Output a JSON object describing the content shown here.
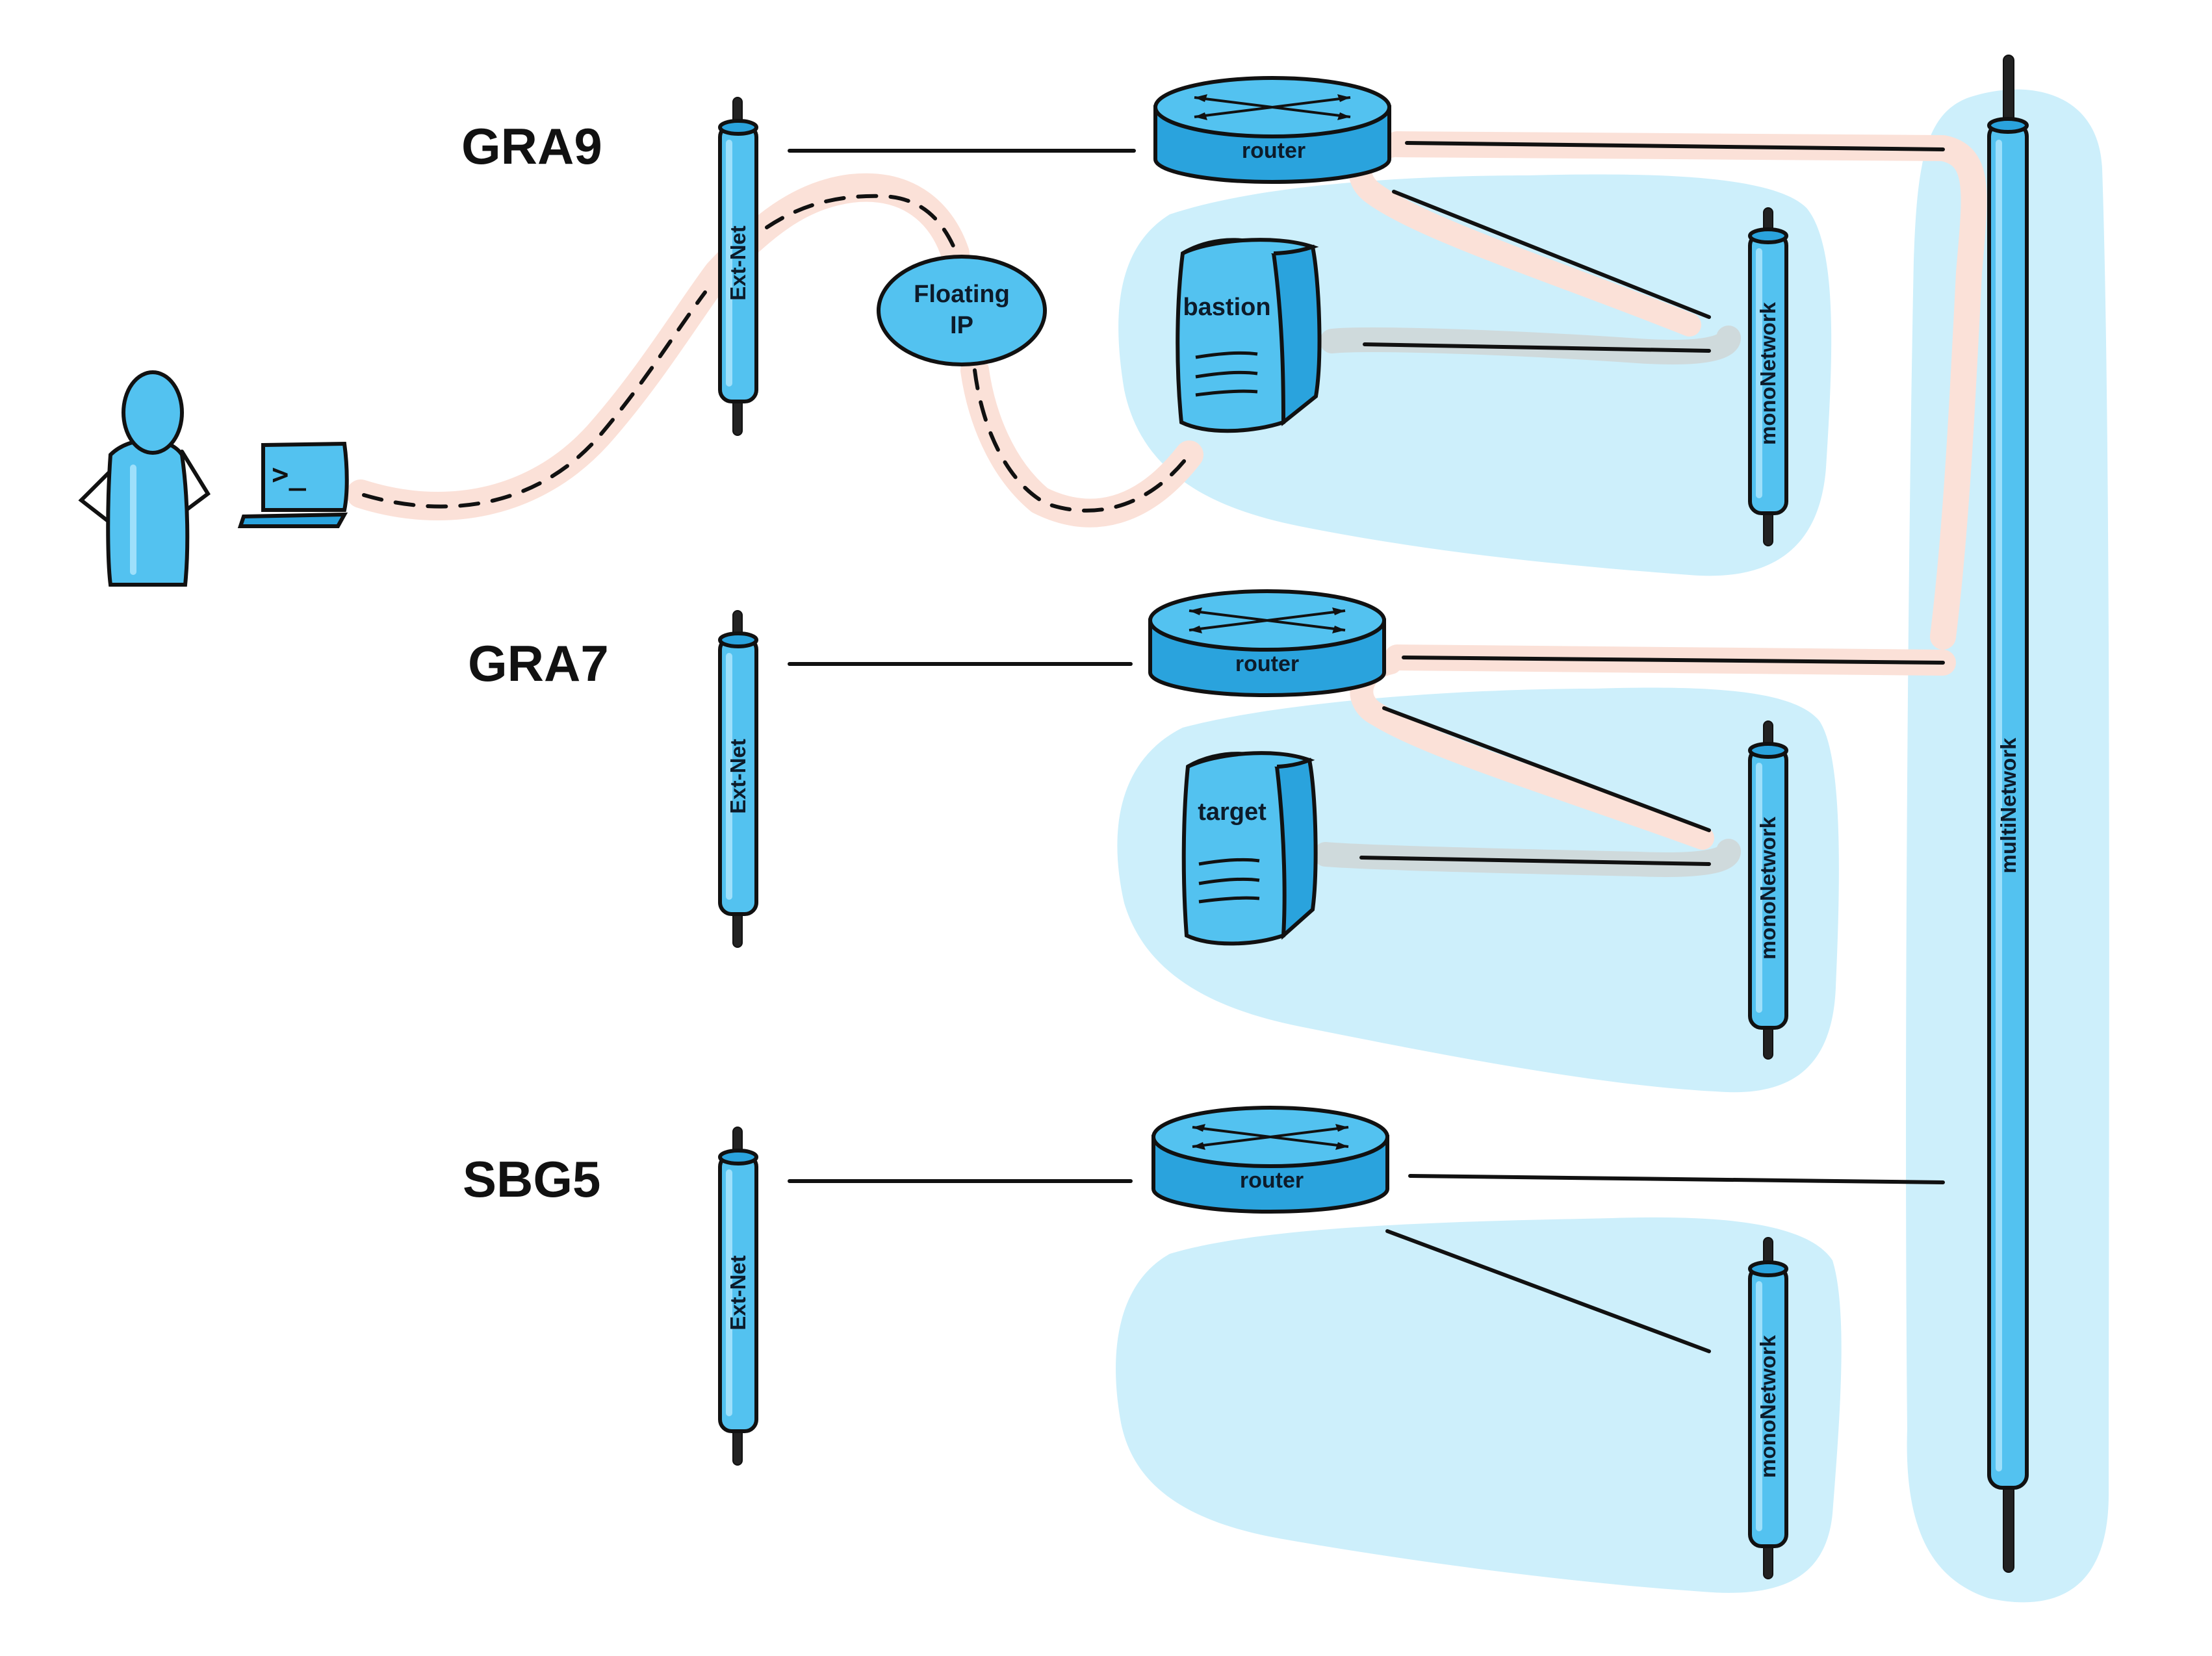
{
  "regions": [
    {
      "name": "GRA9",
      "ext_net": "Ext-Net",
      "router": "router",
      "network": "monoNetwork",
      "server": "bastion"
    },
    {
      "name": "GRA7",
      "ext_net": "Ext-Net",
      "router": "router",
      "network": "monoNetwork",
      "server": "target"
    },
    {
      "name": "SBG5",
      "ext_net": "Ext-Net",
      "router": "router",
      "network": "monoNetwork"
    }
  ],
  "floating_ip": {
    "line1": "Floating",
    "line2": "IP"
  },
  "multi_network": "multiNetwork",
  "terminal_prompt": ">_",
  "colors": {
    "network_blue": "#53c2f0",
    "zone_fill": "#cdeffb",
    "path_highlight": "#fbe1d8",
    "link": "#111111"
  },
  "icons": [
    "user-icon",
    "laptop-icon",
    "router-icon",
    "server-icon",
    "network-tube-icon"
  ]
}
